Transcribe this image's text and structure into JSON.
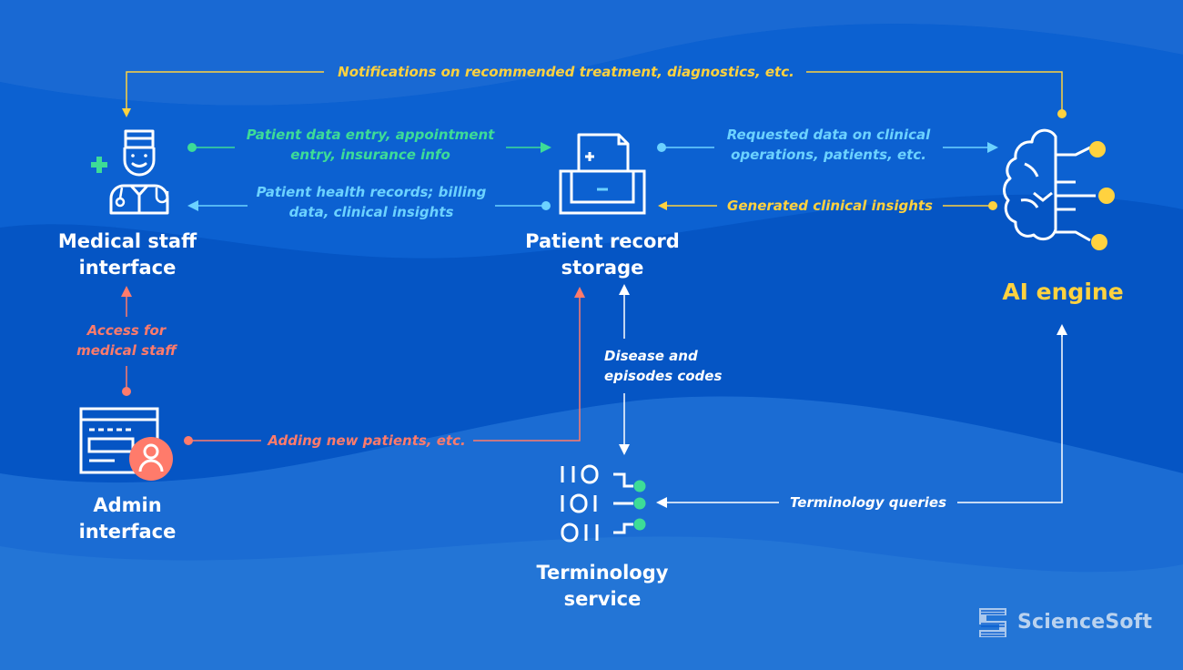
{
  "nodes": {
    "medical_staff": {
      "title_line1": "Medical staff",
      "title_line2": "interface"
    },
    "patient_record": {
      "title_line1": "Patient record",
      "title_line2": "storage"
    },
    "ai_engine": {
      "title": "AI engine"
    },
    "admin": {
      "title_line1": "Admin",
      "title_line2": "interface"
    },
    "terminology": {
      "title_line1": "Terminology",
      "title_line2": "service"
    }
  },
  "edges": {
    "notifications": "Notifications on recommended treatment, diagnostics, etc.",
    "patient_data_entry_line1": "Patient data entry, appointment",
    "patient_data_entry_line2": "entry, insurance info",
    "health_records_line1": "Patient health records; billing",
    "health_records_line2": "data, clinical insights",
    "requested_data_line1": "Requested  data on clinical",
    "requested_data_line2": "operations, patients, etc.",
    "generated_insights": "Generated clinical insights",
    "access_line1": "Access for",
    "access_line2": "medical staff",
    "adding_patients": "Adding new patients, etc.",
    "disease_codes_line1": "Disease and",
    "disease_codes_line2": "episodes codes",
    "terminology_queries": "Terminology queries"
  },
  "logo": {
    "text": "ScienceSoft"
  },
  "colors": {
    "background": "#0b5fd0",
    "yellow": "#ffd23f",
    "green": "#3ddc97",
    "cyan": "#6cd2ff",
    "red": "#ff7b6b",
    "white": "#ffffff"
  },
  "icons": {
    "medical_staff": "doctor-icon",
    "patient_record": "record-storage-icon",
    "ai_engine": "brain-circuit-icon",
    "admin": "admin-screen-icon",
    "terminology": "binary-code-icon"
  }
}
